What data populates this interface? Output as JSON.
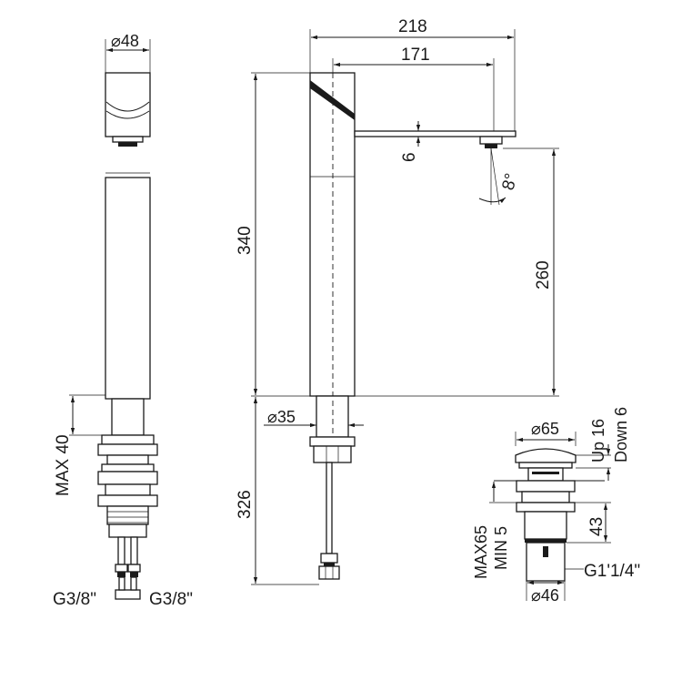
{
  "dimensions": {
    "spout_diameter": "⌀48",
    "overall_reach": "218",
    "spout_reach": "171",
    "spout_thickness": "6",
    "spray_angle": "8°",
    "total_height": "340",
    "outlet_height": "260",
    "tail_length": "326",
    "shank_diameter": "⌀35",
    "max_deck_thickness": "MAX 40",
    "inlet_left": "G3/8\"",
    "inlet_right": "G3/8\"",
    "waste_cap_diameter": "⌀65",
    "waste_travel_up": "Up 16",
    "waste_travel_down": "Down 6",
    "waste_height": "43",
    "waste_max": "MAX65",
    "waste_min": "MIN 5",
    "waste_thread": "G1'1/4\"",
    "waste_body_diameter": "⌀46"
  }
}
